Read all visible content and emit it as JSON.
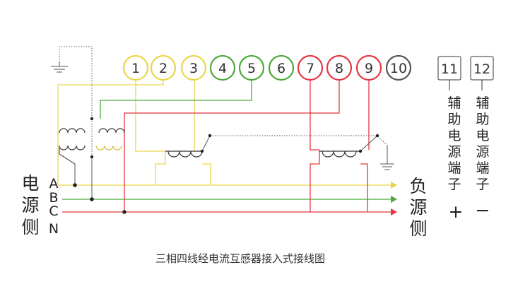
{
  "colors": {
    "yellow": "#ead64a",
    "green": "#4ea93a",
    "red": "#e43742",
    "gray": "#555555",
    "dotted": "#555555",
    "coil": "#333333",
    "coil_yellow": "#d3b63b"
  },
  "terminals": [
    {
      "label": "1",
      "color": "#ead64a"
    },
    {
      "label": "2",
      "color": "#ead64a"
    },
    {
      "label": "3",
      "color": "#ead64a"
    },
    {
      "label": "4",
      "color": "#4ea93a"
    },
    {
      "label": "5",
      "color": "#4ea93a"
    },
    {
      "label": "6",
      "color": "#4ea93a"
    },
    {
      "label": "7",
      "color": "#e43742"
    },
    {
      "label": "8",
      "color": "#e43742"
    },
    {
      "label": "9",
      "color": "#e43742"
    },
    {
      "label": "10",
      "color": "#555555"
    }
  ],
  "aux_terminals": [
    {
      "label": "11",
      "text": "辅助电源端子",
      "sign": "+"
    },
    {
      "label": "12",
      "text": "辅助电源端子",
      "sign": "−"
    }
  ],
  "source_side": {
    "text": "电源侧",
    "phases": [
      "A",
      "B",
      "C",
      "N"
    ]
  },
  "load_side": {
    "text": "负源侧"
  },
  "caption": "三相四线经电流互感器接入式接线图",
  "icons": [
    "ground-icon",
    "ground-icon"
  ]
}
